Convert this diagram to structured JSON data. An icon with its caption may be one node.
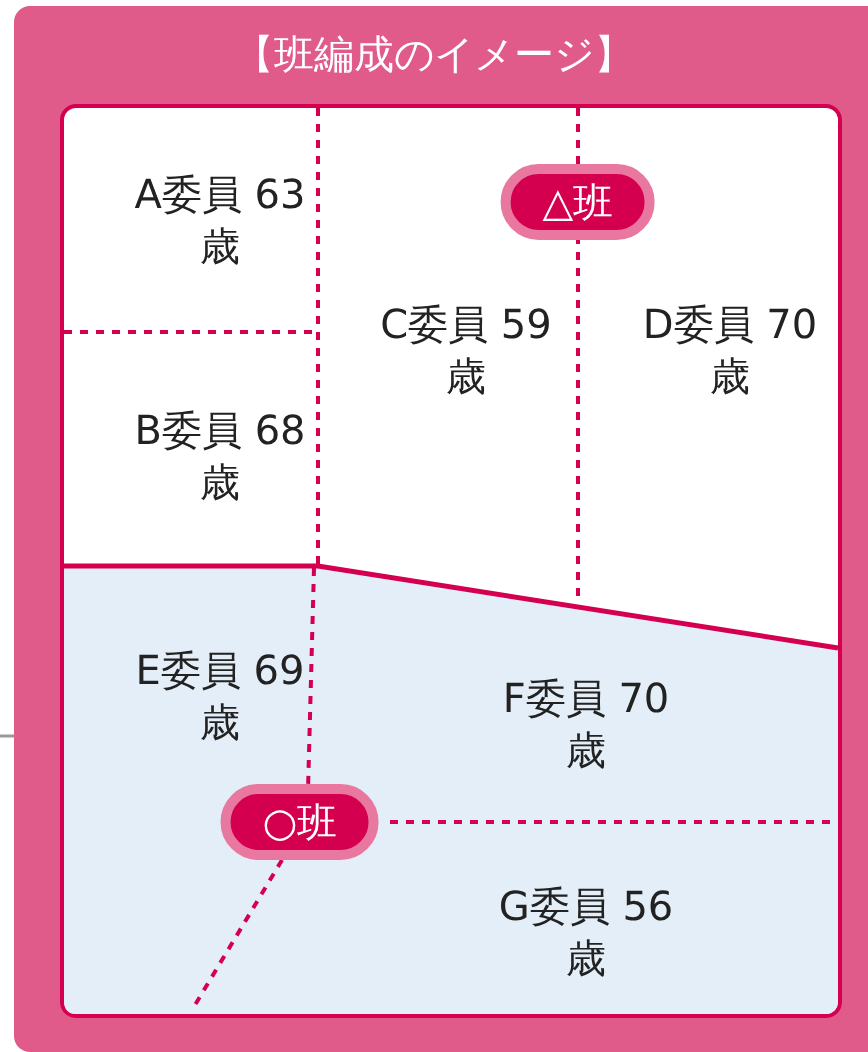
{
  "diagram": {
    "title": "【班編成のイメージ】",
    "nodes": [
      {
        "text": [
          "A委員 63 歳"
        ]
      },
      {
        "text": [
          "B委員 68 歳"
        ]
      },
      {
        "text": [
          "C委員 59 歳"
        ]
      },
      {
        "text": [
          "D委員 70 歳"
        ]
      },
      {
        "text": [
          "△班"
        ]
      },
      {
        "text": [
          "E委員 69 歳"
        ]
      },
      {
        "text": [
          "F委員 70 歳"
        ]
      },
      {
        "text": [
          "○班"
        ]
      },
      {
        "text": [
          "G委員 56 歳"
        ]
      }
    ]
  }
}
